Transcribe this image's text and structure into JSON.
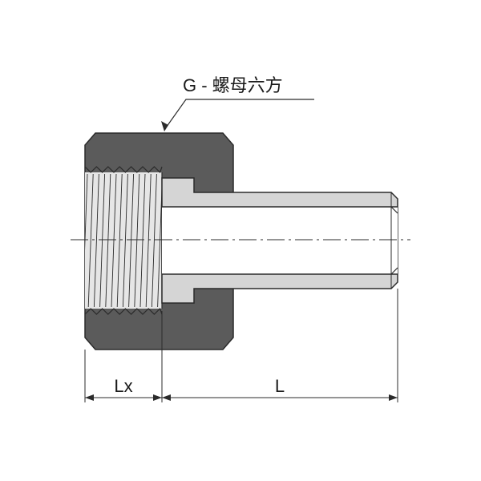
{
  "callout": {
    "text": "G - 螺母六方"
  },
  "dimensions": {
    "lx": "Lx",
    "l": "L"
  },
  "colors": {
    "nut": "#5b5b5b",
    "body": "#d5d5d5",
    "bore": "#ffffff",
    "outline": "#2b2b2b",
    "thread": "#e6e6e6"
  }
}
